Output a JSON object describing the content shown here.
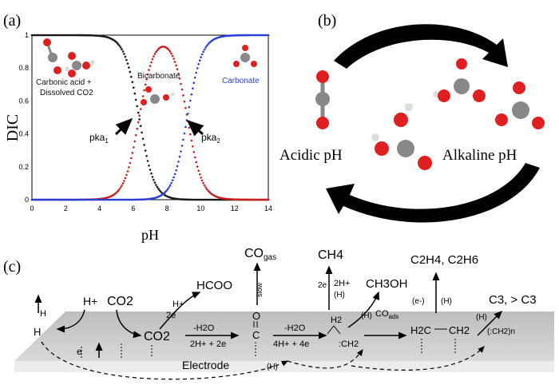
{
  "panel_a": {
    "label": "(a)",
    "ylabel": "DIC",
    "xlabel": "pH",
    "species_acid": "Carbonic acid +",
    "species_acid_2": "Dissolved CO2",
    "species_bicarbonate": "Bicarbonate",
    "species_carbonate": "Carbonate",
    "pka1": "pka",
    "pka1_sub": "1",
    "pka2": "pka",
    "pka2_sub": "2",
    "colors": {
      "acid": "#1a1a1a",
      "bicarbonate": "#cc1f1f",
      "carbonate": "#2b3fd6"
    },
    "chart_data": {
      "type": "line",
      "xlim": [
        0,
        14
      ],
      "ylim": [
        0,
        1
      ],
      "xticks": [
        "0",
        "2",
        "4",
        "6",
        "8",
        "10",
        "12",
        "14"
      ],
      "yticks": [
        "0",
        "0.2",
        "0.4",
        "0.6",
        "0.8",
        "1"
      ],
      "grid": false,
      "pka1": 6.35,
      "pka2": 9.2
    }
  },
  "panel_b": {
    "label": "(b)",
    "acidic": "Acidic pH",
    "alkaline": "Alkaline pH"
  },
  "panel_c": {
    "label": "(c)",
    "electrode": "Electrode",
    "h_rad_top": "H",
    "h_plus": "H+",
    "co2": "CO2",
    "hcoo": "HCOO",
    "hplus_small": "H+",
    "e2": "2e",
    "h_ads": "H",
    "e_small": "e",
    "co2_rad": "CO2",
    "minus_h2o_1": "-H2O",
    "step1": "2H+ + 2e",
    "co_gas": "CO",
    "co_gas_sub": "gas",
    "slow": "slow",
    "minus_h2o_2": "-H2O",
    "step2": "4H+ + 4e",
    "ch4": "CH4",
    "e2b": "2e",
    "h2plus": "2H+",
    "h_paren": "(H)",
    "ch3oh": "CH3OH",
    "h_paren2": "(H)",
    "co_ads": "CO",
    "co_ads_sub": "ads",
    "ch2_label": "H2",
    "ch2_rad": ":CH2",
    "h_bottom": "(H)",
    "c2": "C2H4, C2H6",
    "e_paren": "(e-)",
    "h_paren3": "(H)",
    "h2c": "H2C",
    "ch2": "CH2",
    "c3": "C3, > C3",
    "h_paren4": "(H)",
    "ch2n": "(:CH2)n"
  }
}
